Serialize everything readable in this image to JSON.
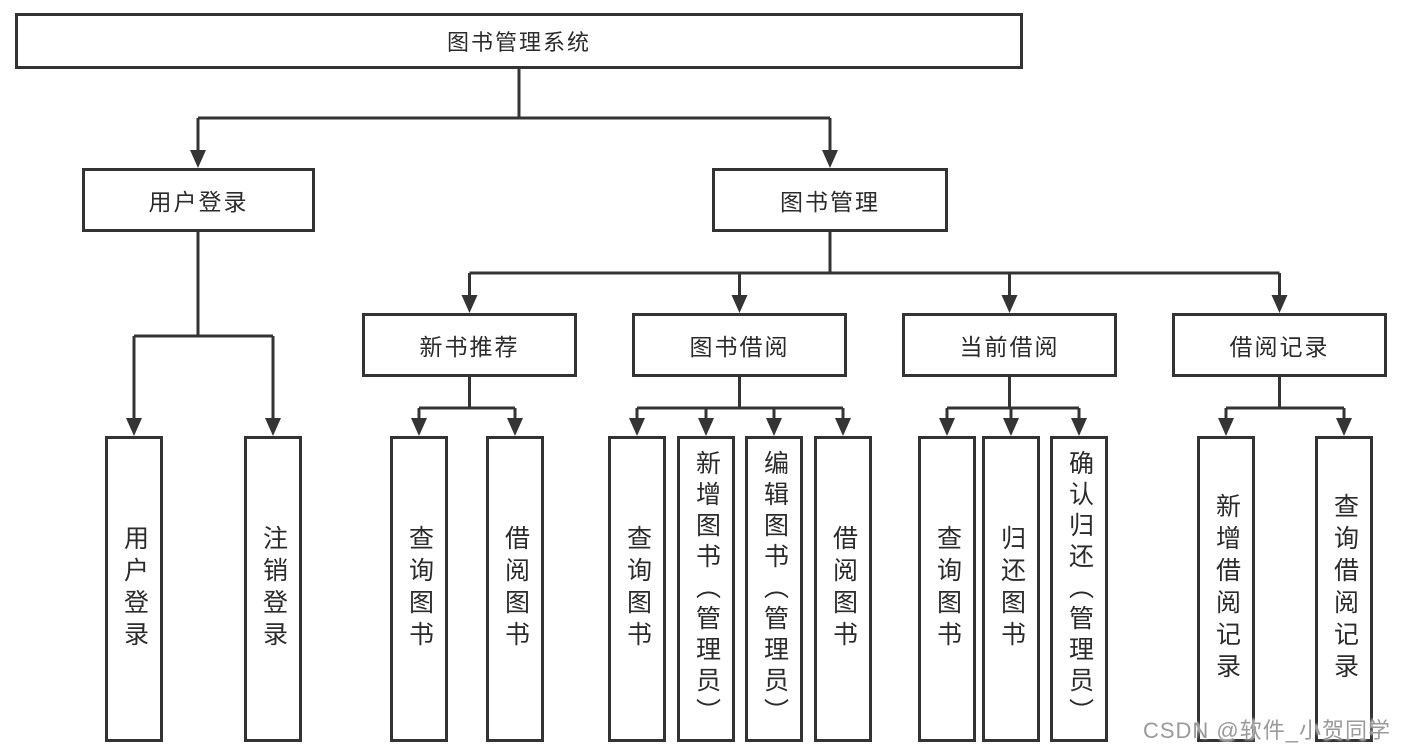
{
  "diagram": {
    "root": "图书管理系统",
    "branches": [
      {
        "label": "用户登录",
        "children": [
          "用户登录",
          "注销登录"
        ]
      },
      {
        "label": "图书管理",
        "children": [
          {
            "label": "新书推荐",
            "children": [
              "查询图书",
              "借阅图书"
            ]
          },
          {
            "label": "图书借阅",
            "children": [
              "查询图书",
              "新增图书（管理员）",
              "编辑图书（管理员）",
              "借阅图书"
            ]
          },
          {
            "label": "当前借阅",
            "children": [
              "查询图书",
              "归还图书",
              "确认归还（管理员）"
            ]
          },
          {
            "label": "借阅记录",
            "children": [
              "新增借阅记录",
              "查询借阅记录"
            ]
          }
        ]
      }
    ]
  },
  "watermark": "CSDN @软件_小贺同学",
  "colors": {
    "line": "#343434",
    "border": "#333333",
    "text": "#2b2b2b",
    "watermark": "#9a9a9a",
    "background": "#ffffff"
  }
}
